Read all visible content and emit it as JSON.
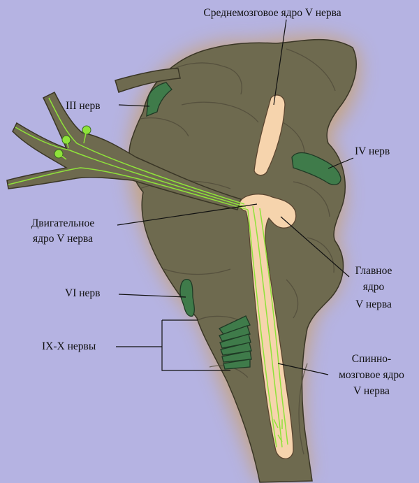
{
  "labels": {
    "mesencephalic": "Среднемозговое ядро V нерва",
    "n3": "III нерв",
    "n4": "IV нерв",
    "motor_l1": "Двигательное",
    "motor_l2": "ядро V нерва",
    "main_l1": "Главное",
    "main_l2": "ядро",
    "main_l3": "V нерва",
    "n6": "VI нерв",
    "n9_10": "IX-X нервы",
    "spinal_l1": "Спинно-",
    "spinal_l2": "мозговое ядро",
    "spinal_l3": "V нерва"
  },
  "colors": {
    "background": "#b5b3e2",
    "brainstem": "#6e6a4f",
    "nucleus": "#f6d4ad",
    "nerve": "#3f7b4a",
    "fiber": "#8fe33a"
  }
}
